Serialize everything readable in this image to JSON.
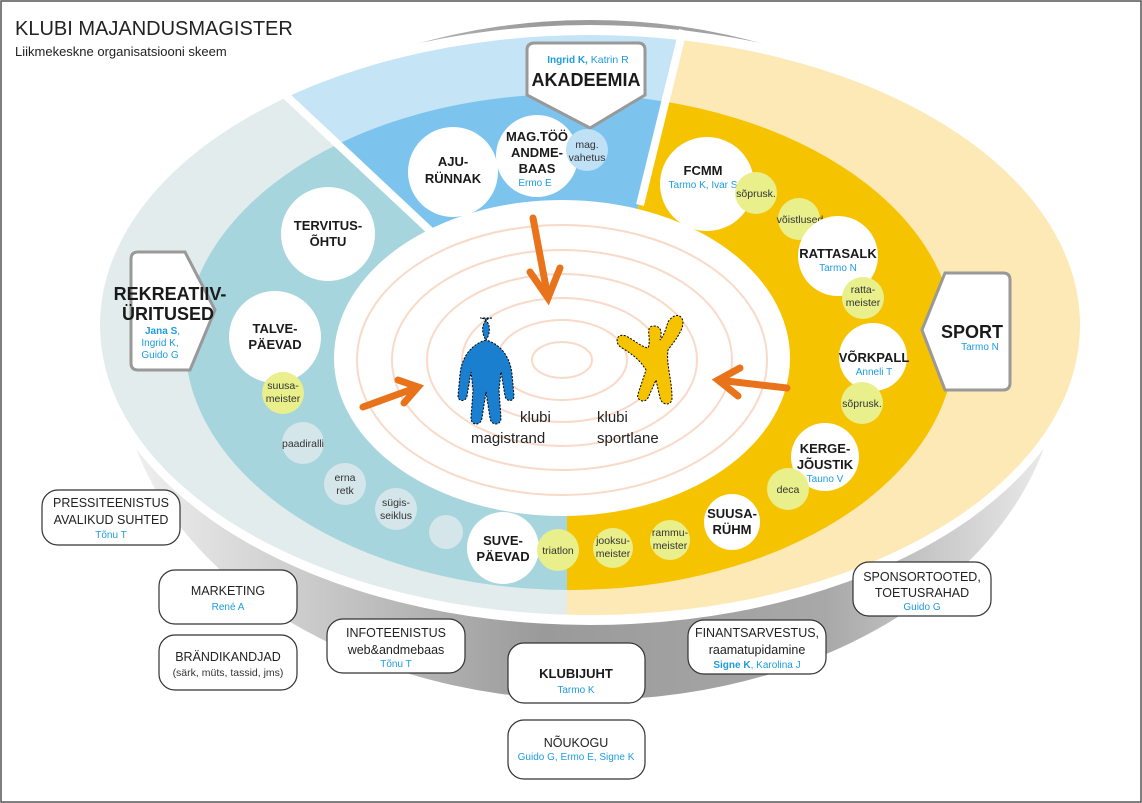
{
  "header": {
    "title": "KLUBI MAJANDUSMAGISTER",
    "subtitle": "Liikmekeskne organisatsiooni skeem"
  },
  "colors": {
    "akadeemia": "#7cc4ee",
    "akadeemia_outer": "#c5e5f7",
    "sport": "#f6c300",
    "sport_outer": "#fde9b5",
    "rekreatiiv": "#a7d5dd",
    "rekreatiiv_outer": "#e2eced",
    "small_sport": "#e8ef8b",
    "small_rekr": "#d4e6e9",
    "arrow": "#e8731a",
    "names": "#1e9be0"
  },
  "sectors": {
    "akadeemia": {
      "title": "AKADEEMIA",
      "names_bold": "Ingrid K,",
      "names": "Katrin R"
    },
    "rekreatiiv": {
      "title1": "REKREATIIV-",
      "title2": "ÜRITUSED",
      "name1": "Jana S",
      "name1_suffix": ",",
      "name2": "Ingrid K,",
      "name3": "Guido G"
    },
    "sport": {
      "title": "SPORT",
      "names": "Tarmo N"
    }
  },
  "akadeemia_items": {
    "ajurunnak": [
      "AJU-",
      "RÜNNAK"
    ],
    "magtoo": {
      "lines": [
        "MAG.TÖÖ",
        "ANDME-",
        "BAAS"
      ],
      "names": "Ermo E"
    },
    "magvahetus": [
      "mag.",
      "vahetus"
    ]
  },
  "sport_items": {
    "fcmm": {
      "title": "FCMM",
      "names": "Tarmo K, Ivar S"
    },
    "soprusk1": "sõprusk.",
    "voistlused": "võistlused",
    "rattasalk": {
      "title": "RATTASALK",
      "names": "Tarmo N"
    },
    "rattameister": [
      "ratta-",
      "meister"
    ],
    "vorkpall": {
      "title": "VÕRKPALL",
      "names": "Anneli T"
    },
    "soprusk2": "sõprusk.",
    "kergejoustik": {
      "lines": [
        "KERGE-",
        "JÕUSTIK"
      ],
      "names": "Tauno V"
    },
    "deca": "deca",
    "suusaruhm": [
      "SUUSA-",
      "RÜHM"
    ],
    "rammumeister": [
      "rammu-",
      "meister"
    ],
    "jooksumeister": [
      "jooksu-",
      "meister"
    ],
    "triatlon": "triatlon"
  },
  "rekreatiiv_items": {
    "tervitusohtu": [
      "TERVITUS-",
      "ÕHTU"
    ],
    "talvepaevad": [
      "TALVE-",
      "PÄEVAD"
    ],
    "suusameister": [
      "suusa-",
      "meister"
    ],
    "paadiralli": "paadiralli",
    "ernaretk": [
      "erna",
      "retk"
    ],
    "sugisseiklus": [
      "sügis-",
      "seiklus"
    ],
    "suvepaevad": [
      "SUVE-",
      "PÄEVAD"
    ]
  },
  "center": {
    "magistrand": [
      "klubi",
      "magistrand"
    ],
    "sportlane": [
      "klubi",
      "sportlane"
    ]
  },
  "support": {
    "pressiteenistus": {
      "lines": [
        "PRESSITEENISTUS",
        "AVALIKUD SUHTED"
      ],
      "names": "Tõnu T"
    },
    "marketing": {
      "lines": [
        "MARKETING"
      ],
      "names": "René A"
    },
    "brandikandjad": {
      "lines": [
        "BRÄNDIKANDJAD",
        "(särk, müts, tassid, jms)"
      ]
    },
    "infoteenistus": {
      "lines": [
        "INFOTEENISTUS",
        "web&andmebaas"
      ],
      "names": "Tõnu T"
    },
    "klubijuht": {
      "title": "KLUBIJUHT",
      "names": "Tarmo K"
    },
    "noukogu": {
      "title": "NÕUKOGU",
      "names": "Guido G, Ermo E, Signe K"
    },
    "finantsarvestus": {
      "lines": [
        "FINANTSARVESTUS,",
        "raamatupidamine"
      ],
      "names_bold": "Signe K",
      "names": ", Karolina J"
    },
    "sponsortooted": {
      "lines": [
        "SPONSORTOOTED,",
        "TOETUSRAHAD"
      ],
      "names": "Guido G"
    }
  }
}
